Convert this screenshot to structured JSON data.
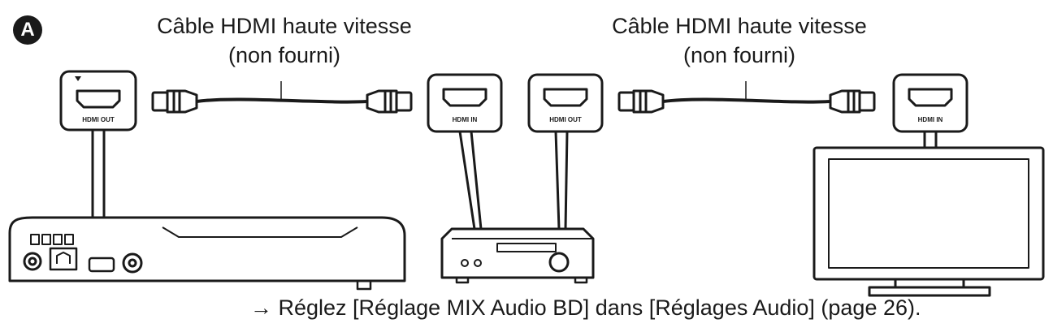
{
  "section_badge": "A",
  "cable_left": {
    "line1": "Câble HDMI haute vitesse",
    "line2": "(non fourni)"
  },
  "cable_right": {
    "line1": "Câble HDMI haute vitesse",
    "line2": "(non fourni)"
  },
  "ports": {
    "player_out": "HDMI OUT",
    "receiver_in": "HDMI IN",
    "receiver_out": "HDMI OUT",
    "tv_in": "HDMI IN"
  },
  "footer_note": "→ Réglez [Réglage MIX Audio BD] dans [Réglages Audio] (page 26).",
  "colors": {
    "line": "#1a1a1a",
    "background": "#ffffff",
    "device_grey": "#cccccc"
  }
}
